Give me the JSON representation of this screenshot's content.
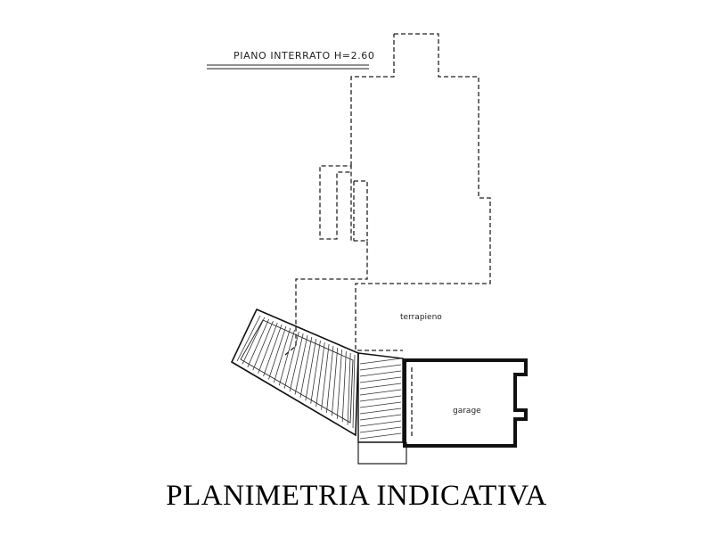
{
  "header_label": "PIANO INTERRATO H=2.60",
  "rooms": {
    "terrapieno": "terrapieno",
    "garage": "garage"
  },
  "title": "PLANIMETRIA INDICATIVA",
  "colors": {
    "line": "#222222",
    "background": "#ffffff"
  }
}
